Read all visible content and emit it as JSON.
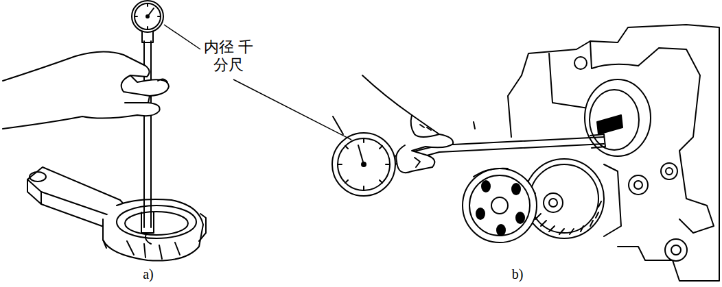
{
  "diagram": {
    "labels": [
      "内径 千分尺",
      "a)",
      "b)"
    ]
  }
}
